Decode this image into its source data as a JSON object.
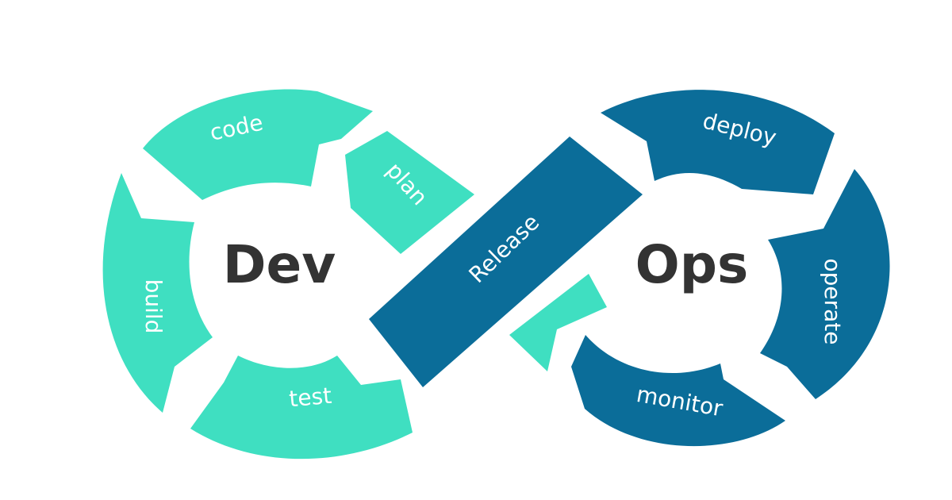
{
  "colors": {
    "dev": "#3fdfc1",
    "ops": "#0b6d99",
    "center_text": "#333333",
    "label_text": "#ffffff",
    "background": "#ffffff"
  },
  "dev": {
    "title": "Dev",
    "stages": {
      "plan": "plan",
      "code": "code",
      "build": "build",
      "test": "test"
    }
  },
  "release": {
    "label": "Release"
  },
  "ops": {
    "title": "Ops",
    "stages": {
      "deploy": "deploy",
      "operate": "operate",
      "monitor": "monitor"
    }
  }
}
